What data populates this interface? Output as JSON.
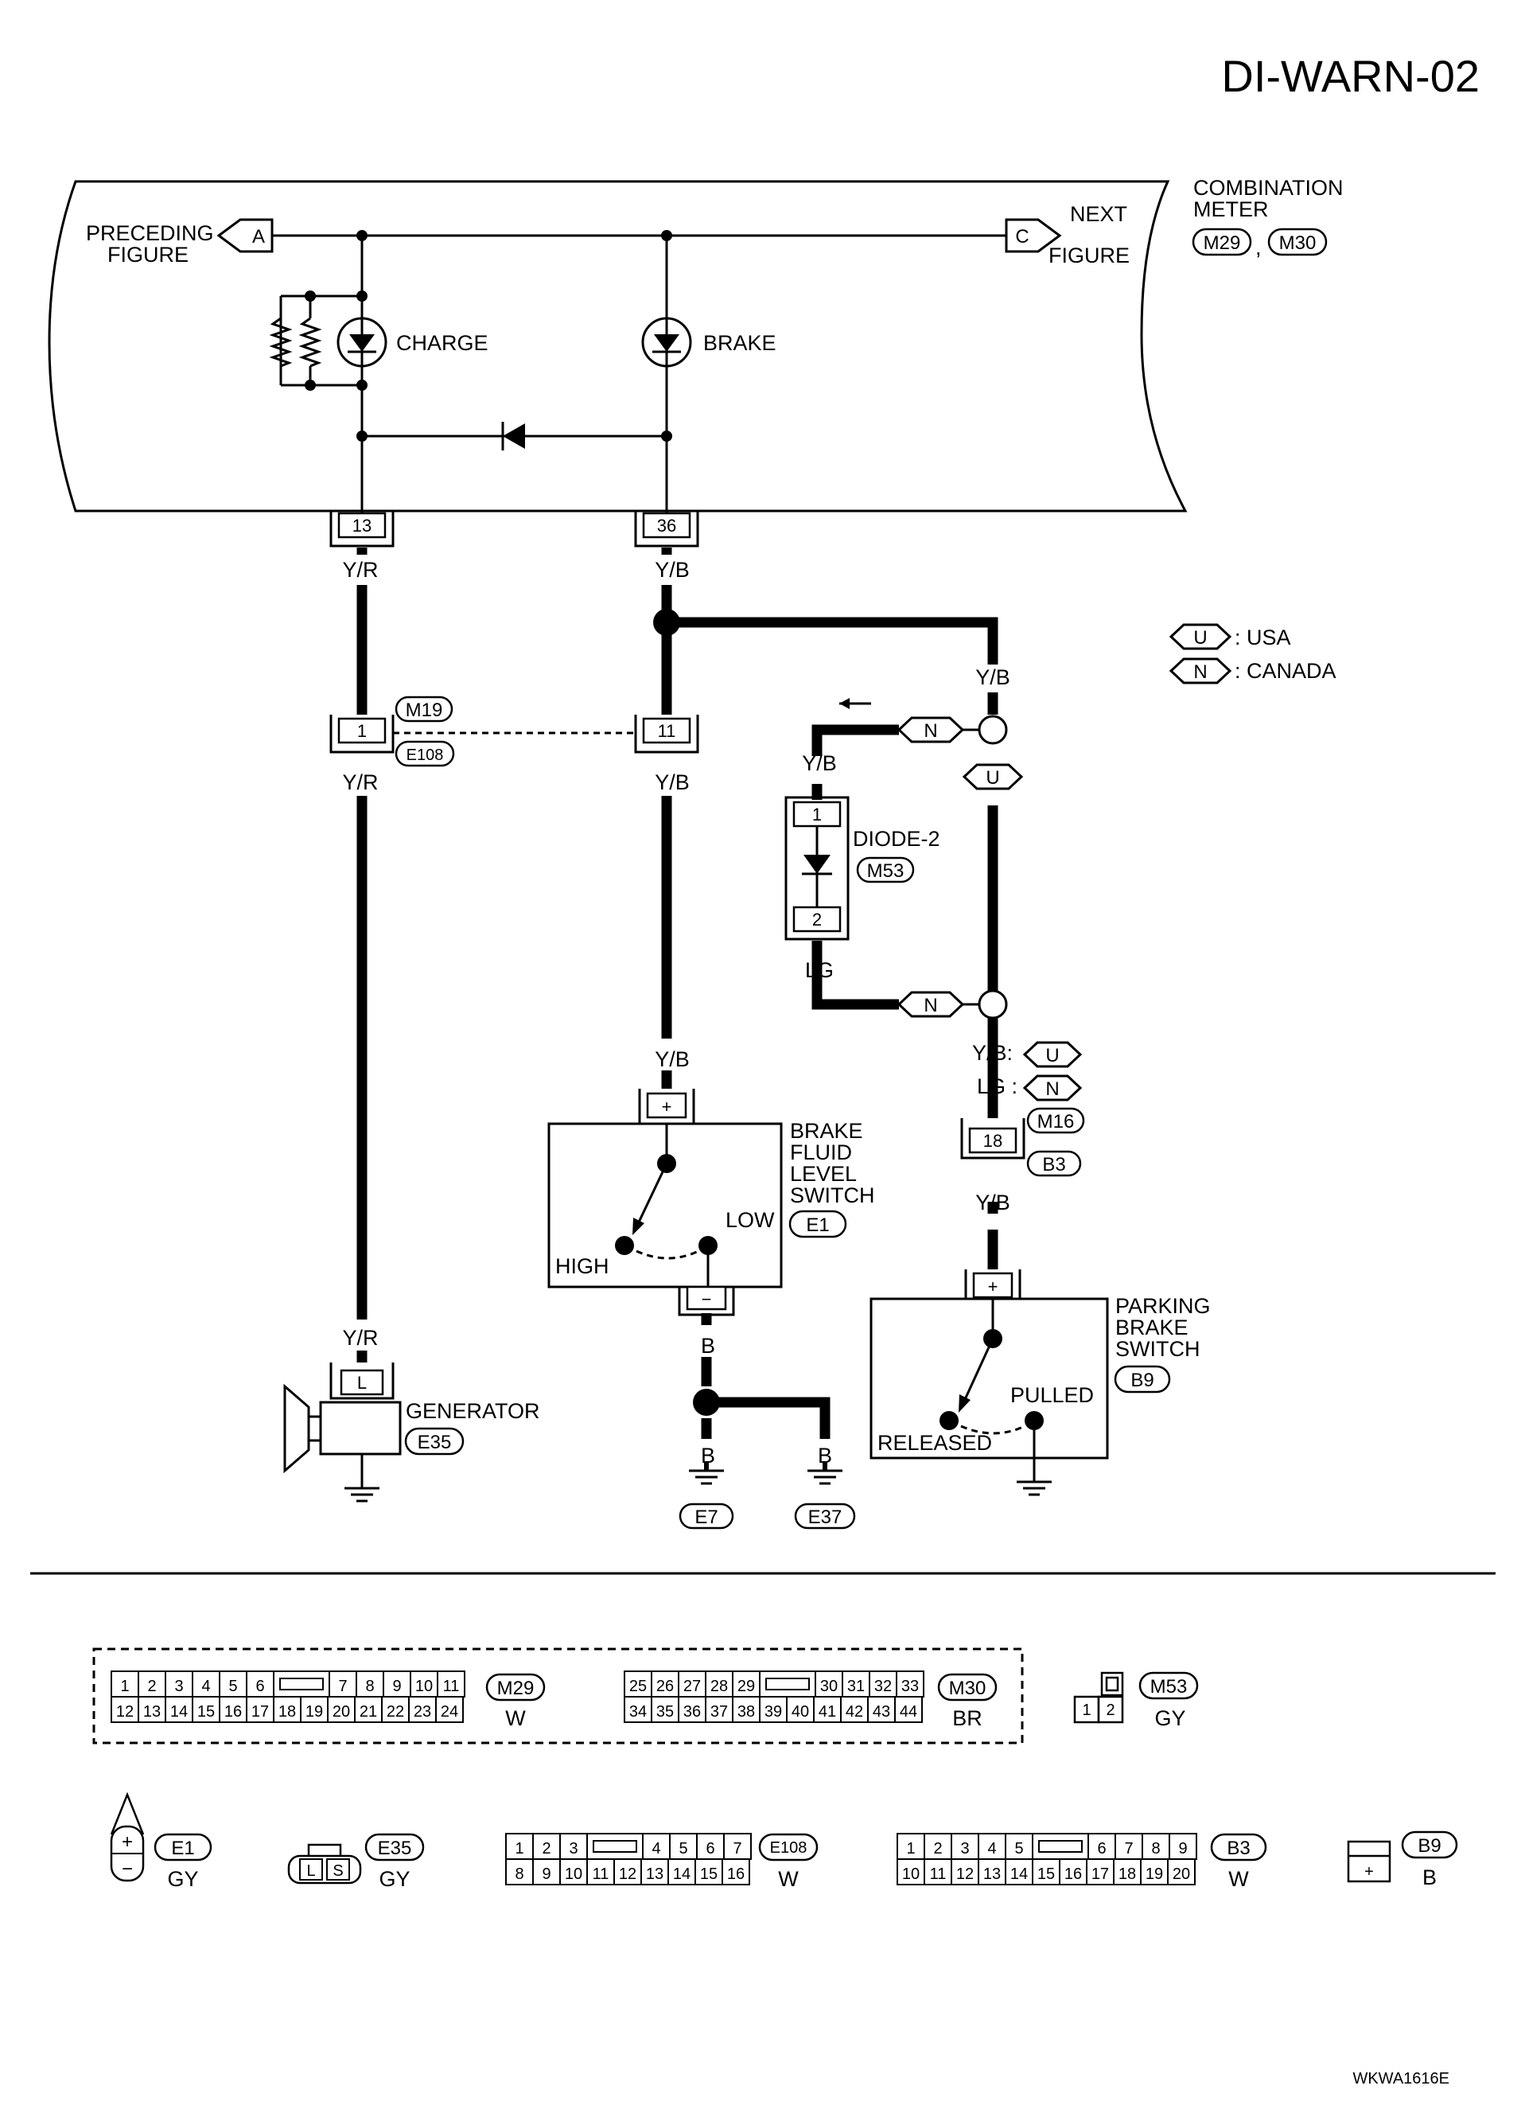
{
  "page_code": "DI-WARN-02",
  "figure_id": "WKWA1616E",
  "meter": {
    "title_line1": "COMBINATION",
    "title_line2": "METER",
    "connectors": [
      "M29",
      "M30"
    ],
    "connector_separator": ",",
    "preceding_line1": "PRECEDING",
    "preceding_line2": "FIGURE",
    "preceding_tag": "A",
    "next_line1": "NEXT",
    "next_line2": "FIGURE",
    "next_tag": "C",
    "lamp_charge": "CHARGE",
    "lamp_brake": "BRAKE",
    "pin_charge": "13",
    "pin_brake": "36"
  },
  "legend": {
    "u_tag": "U",
    "u_label": ": USA",
    "n_tag": "N",
    "n_label": ": CANADA"
  },
  "wires": {
    "yr": "Y/R",
    "yb": "Y/B",
    "lg": "LG",
    "b": "B",
    "yb_u": "Y/B:",
    "lg_n": "LG :"
  },
  "joint_m19": {
    "connector_top": "M19",
    "connector_bottom": "E108",
    "pin_left": "1",
    "pin_right": "11"
  },
  "diode": {
    "name": "DIODE-2",
    "connector": "M53",
    "pin_top": "1",
    "pin_bottom": "2",
    "tag_n": "N",
    "tag_u": "U"
  },
  "joint_m16": {
    "connector_top": "M16",
    "connector_bottom": "B3",
    "pin": "18",
    "tag_u": "U",
    "tag_n": "N"
  },
  "brake_fluid": {
    "line1": "BRAKE",
    "line2": "FLUID",
    "line3": "LEVEL",
    "line4": "SWITCH",
    "connector": "E1",
    "pin_top": "+",
    "pin_bottom": "−",
    "high": "HIGH",
    "low": "LOW"
  },
  "parking": {
    "line1": "PARKING",
    "line2": "BRAKE",
    "line3": "SWITCH",
    "connector": "B9",
    "pin_top": "+",
    "released": "RELEASED",
    "pulled": "PULLED"
  },
  "generator": {
    "name": "GENERATOR",
    "connector": "E35",
    "pin": "L"
  },
  "grounds": [
    "E7",
    "E37"
  ],
  "connector_views": {
    "m29": {
      "name": "M29",
      "color": "W",
      "row1": [
        "1",
        "2",
        "3",
        "4",
        "5",
        "6",
        "7",
        "8",
        "9",
        "10",
        "11"
      ],
      "row2": [
        "12",
        "13",
        "14",
        "15",
        "16",
        "17",
        "18",
        "19",
        "20",
        "21",
        "22",
        "23",
        "24"
      ]
    },
    "m30": {
      "name": "M30",
      "color": "BR",
      "row1": [
        "25",
        "26",
        "27",
        "28",
        "29",
        "30",
        "31",
        "32",
        "33"
      ],
      "row2": [
        "34",
        "35",
        "36",
        "37",
        "38",
        "39",
        "40",
        "41",
        "42",
        "43",
        "44"
      ]
    },
    "m53": {
      "name": "M53",
      "color": "GY",
      "row": [
        "1",
        "2"
      ]
    },
    "e1": {
      "name": "E1",
      "color": "GY",
      "plus": "+",
      "minus": "−"
    },
    "e35": {
      "name": "E35",
      "color": "GY",
      "row": [
        "L",
        "S"
      ]
    },
    "e108": {
      "name": "E108",
      "color": "W",
      "row1": [
        "1",
        "2",
        "3",
        "4",
        "5",
        "6",
        "7"
      ],
      "row2": [
        "8",
        "9",
        "10",
        "11",
        "12",
        "13",
        "14",
        "15",
        "16"
      ]
    },
    "b3": {
      "name": "B3",
      "color": "W",
      "row1": [
        "1",
        "2",
        "3",
        "4",
        "5",
        "6",
        "7",
        "8",
        "9"
      ],
      "row2": [
        "10",
        "11",
        "12",
        "13",
        "14",
        "15",
        "16",
        "17",
        "18",
        "19",
        "20"
      ]
    },
    "b9": {
      "name": "B9",
      "color": "B",
      "plus": "+"
    }
  }
}
